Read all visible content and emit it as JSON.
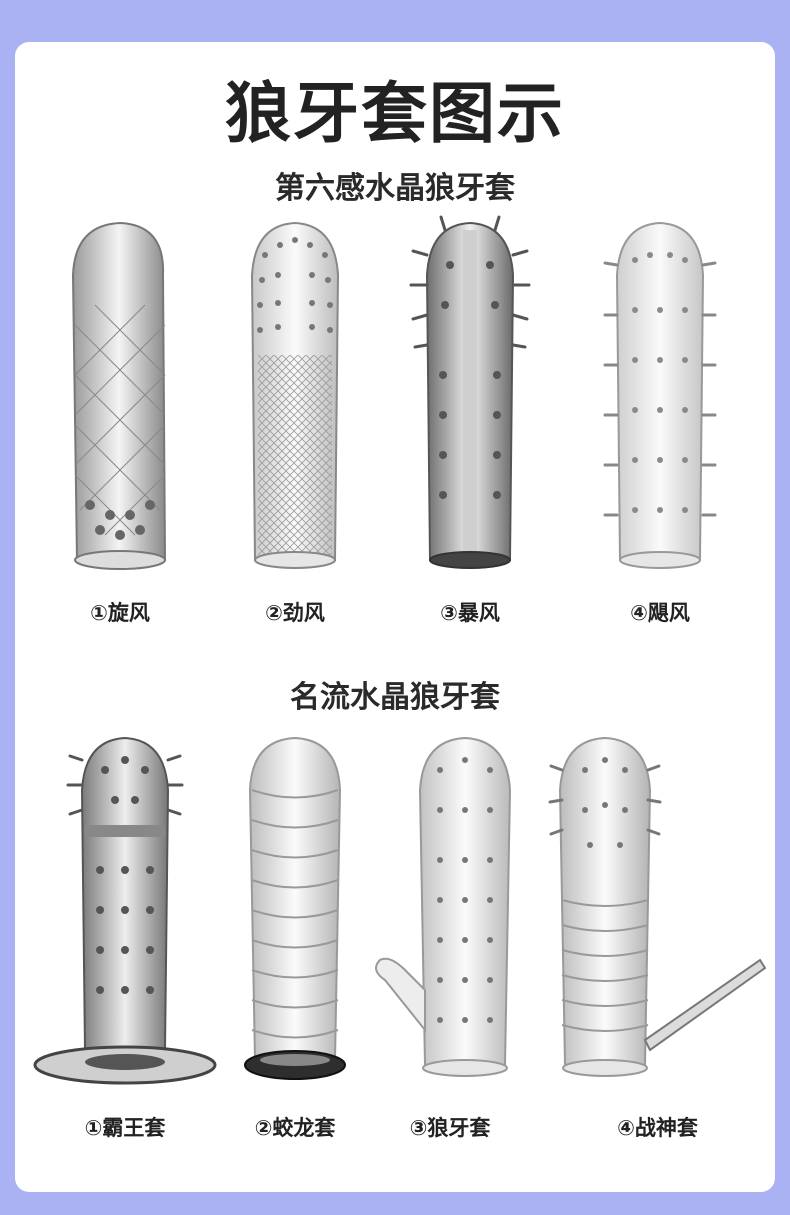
{
  "title": "狼牙套图示",
  "sections": [
    {
      "title": "第六感水晶狼牙套",
      "items": [
        {
          "label": "①旋风",
          "icon": "diamond-textured-sleeve-icon"
        },
        {
          "label": "②劲风",
          "icon": "mesh-textured-sleeve-icon"
        },
        {
          "label": "③暴风",
          "icon": "spiked-sleeve-icon"
        },
        {
          "label": "④飓风",
          "icon": "studded-sleeve-icon"
        }
      ]
    },
    {
      "title": "名流水晶狼牙套",
      "items": [
        {
          "label": "①霸王套",
          "icon": "flanged-spiked-sleeve-icon"
        },
        {
          "label": "②蛟龙套",
          "icon": "ribbed-sleeve-icon"
        },
        {
          "label": "③狼牙套",
          "icon": "spiked-sleeve-with-finger-icon"
        },
        {
          "label": "④战神套",
          "icon": "ribbed-sleeve-with-handle-icon"
        }
      ]
    }
  ],
  "colors": {
    "background": "#aab2f4",
    "card": "#ffffff",
    "text": "#222222"
  }
}
